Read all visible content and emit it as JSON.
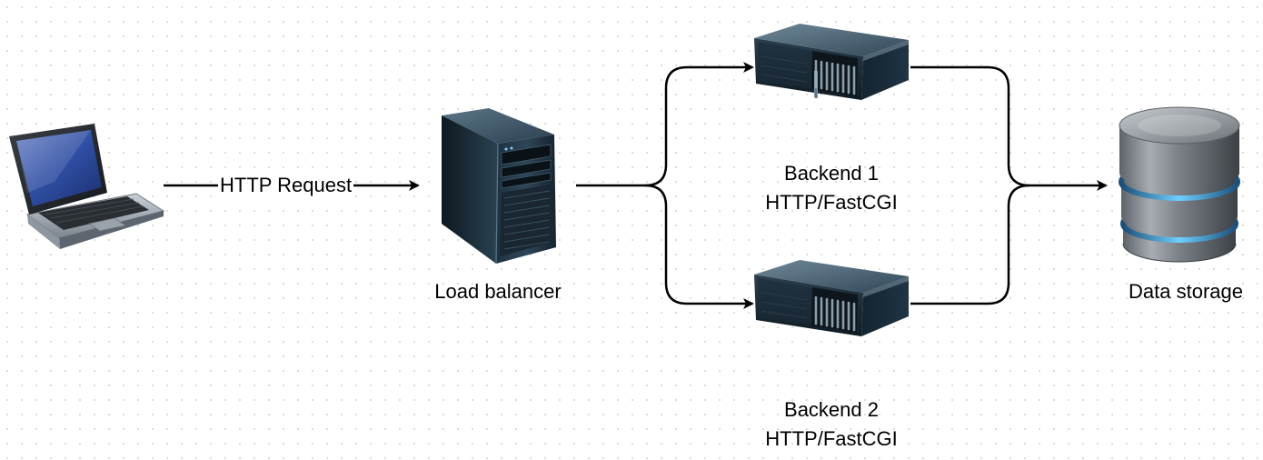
{
  "diagram": {
    "nodes": {
      "client": {
        "icon": "laptop-icon",
        "label": ""
      },
      "load_balancer": {
        "icon": "tower-server-icon",
        "label": "Load balancer"
      },
      "backend1": {
        "icon": "rack-server-icon",
        "line1": "Backend 1",
        "line2": "HTTP/FastCGI"
      },
      "backend2": {
        "icon": "rack-server-icon",
        "line1": "Backend 2",
        "line2": "HTTP/FastCGI"
      },
      "storage": {
        "icon": "database-icon",
        "label": "Data storage"
      }
    },
    "edges": {
      "request": {
        "from": "client",
        "to": "load_balancer",
        "label": "HTTP Request"
      },
      "lb_to_b1": {
        "from": "load_balancer",
        "to": "backend1",
        "label": ""
      },
      "lb_to_b2": {
        "from": "load_balancer",
        "to": "backend2",
        "label": ""
      },
      "b1_to_storage": {
        "from": "backend1",
        "to": "storage",
        "label": ""
      },
      "b2_to_storage": {
        "from": "backend2",
        "to": "storage",
        "label": ""
      }
    },
    "colors": {
      "edge": "#000000",
      "grid_dot": "#d9d9d9",
      "database_ring": "#4fb3e8"
    }
  }
}
